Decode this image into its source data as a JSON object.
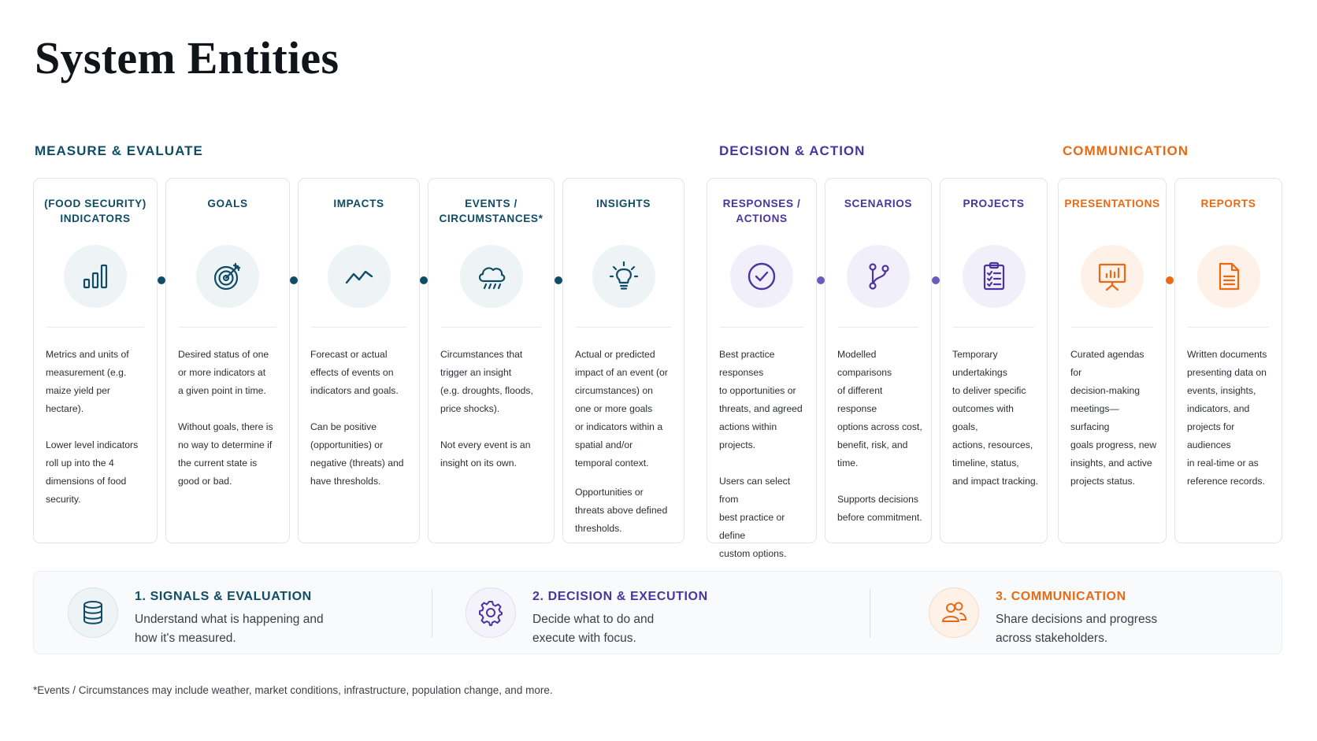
{
  "title": "System Entities",
  "colors": {
    "teal": "#0f4d66",
    "purple": "#4a35a0",
    "orange": "#e96a14"
  },
  "groups": {
    "measure": "MEASURE & EVALUATE",
    "decision": "DECISION & ACTION",
    "communication": "COMMUNICATION"
  },
  "cards": [
    {
      "title": [
        "(FOOD SECURITY)",
        "INDICATORS"
      ],
      "icon": "bar-chart-icon",
      "body": [
        [
          "Metrics and units of",
          "measurement (e.g.",
          "maize yield per hectare)."
        ],
        [
          "Lower level indicators",
          "roll up into the 4",
          "dimensions of food",
          "security."
        ]
      ]
    },
    {
      "title": [
        "GOALS"
      ],
      "icon": "target-icon",
      "body": [
        [
          "Desired status of one",
          "or more indicators at",
          "a given point in time."
        ],
        [
          "Without goals, there is",
          "no way to determine if",
          "the current state is",
          "good or bad."
        ]
      ]
    },
    {
      "title": [
        "IMPACTS"
      ],
      "icon": "trend-line-icon",
      "body": [
        [
          "Forecast or actual",
          "effects of events on",
          "indicators and goals."
        ],
        [
          "Can be positive",
          "(opportunities) or",
          "negative (threats) and",
          "have thresholds."
        ]
      ]
    },
    {
      "title": [
        "EVENTS /",
        "CIRCUMSTANCES*"
      ],
      "icon": "rain-cloud-icon",
      "body": [
        [
          "Circumstances that",
          "trigger an insight",
          "(e.g. droughts, floods,",
          "price shocks)."
        ],
        [
          "Not every event is an",
          "insight on its own."
        ]
      ]
    },
    {
      "title": [
        "INSIGHTS"
      ],
      "icon": "lightbulb-icon",
      "body": [
        [
          "Actual or predicted",
          "impact of an event (or",
          "circumstances) on",
          "one or more goals",
          "or indicators within a",
          "spatial and/or",
          "temporal context."
        ],
        [
          "Opportunities or",
          "threats above defined",
          "thresholds."
        ]
      ]
    },
    {
      "title": [
        "RESPONSES /",
        "ACTIONS"
      ],
      "icon": "check-circle-icon",
      "body": [
        [
          "Best practice responses",
          "to opportunities or",
          "threats, and agreed",
          "actions within projects."
        ],
        [
          "Users can select from",
          "best practice or define",
          "custom options."
        ]
      ]
    },
    {
      "title": [
        "SCENARIOS"
      ],
      "icon": "branch-icon",
      "body": [
        [
          "Modelled comparisons",
          "of different response",
          "options across cost,",
          "benefit, risk, and time."
        ],
        [
          "Supports decisions",
          "before commitment."
        ]
      ]
    },
    {
      "title": [
        "PROJECTS"
      ],
      "icon": "clipboard-checklist-icon",
      "body": [
        [
          "Temporary undertakings",
          "to deliver specific",
          "outcomes with goals,",
          "actions, resources,",
          "timeline, status,",
          "and impact tracking."
        ]
      ]
    },
    {
      "title": [
        "PRESENTATIONS"
      ],
      "icon": "presentation-board-icon",
      "body": [
        [
          "Curated agendas for",
          "decision-making",
          "meetings—surfacing",
          "goals progress, new",
          "insights, and active",
          "projects status."
        ]
      ]
    },
    {
      "title": [
        "REPORTS"
      ],
      "icon": "document-icon",
      "body": [
        [
          "Written documents",
          "presenting data on",
          "events, insights,",
          "indicators, and",
          "projects for audiences",
          "in real-time or as",
          "reference records."
        ]
      ]
    }
  ],
  "summary": [
    {
      "title": "1. SIGNALS & EVALUATION",
      "text": "Understand what is happening and how it's measured.",
      "icon": "database-icon"
    },
    {
      "title": "2. DECISION & EXECUTION",
      "text": "Decide what to do and execute with focus.",
      "icon": "gear-icon"
    },
    {
      "title": "3. COMMUNICATION",
      "text": "Share decisions and progress across stakeholders.",
      "icon": "users-icon"
    }
  ],
  "footnote": "*Events / Circumstances may include weather, market conditions, infrastructure, population change, and more."
}
